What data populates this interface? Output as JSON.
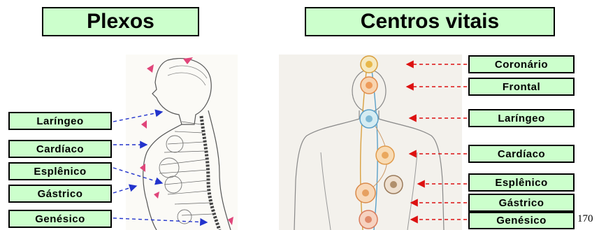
{
  "titles": {
    "left": "Plexos",
    "right": "Centros vitais"
  },
  "left_labels": [
    "Laríngeo",
    "Cardíaco",
    "Esplênico",
    "Gástrico",
    "Genésico"
  ],
  "right_labels": [
    "Coronário",
    "Frontal",
    "Laríngeo",
    "Cardíaco",
    "Esplênico",
    "Gástrico",
    "Genésico"
  ],
  "page_number": "170",
  "colors": {
    "box_fill": "#ccffcc",
    "left_arrow": "#2233cc",
    "right_arrow": "#dd1111"
  }
}
